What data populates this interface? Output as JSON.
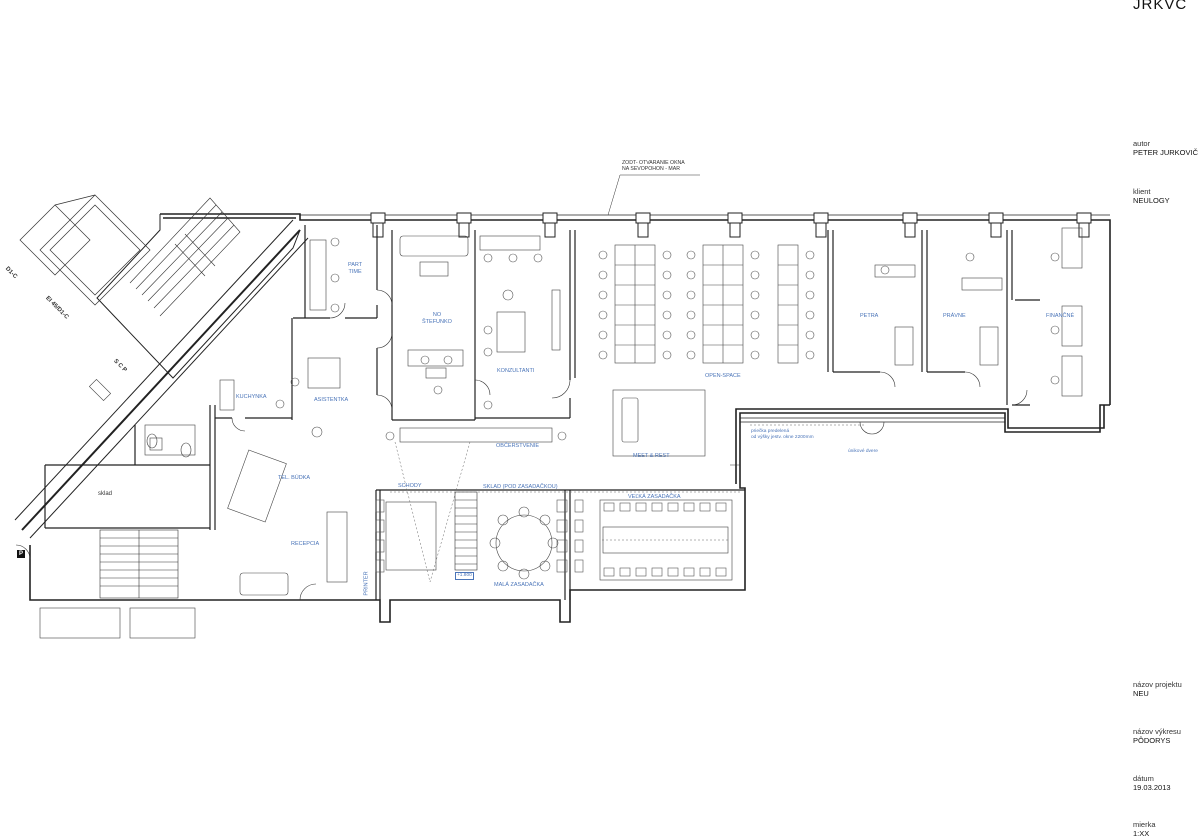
{
  "brand": "JRKVC",
  "titleblock": {
    "author_label": "autor",
    "author_value": "PETER JURKOVIČ",
    "client_label": "klient",
    "client_value": "NEULOGY",
    "project_label": "názov projektu",
    "project_value": "NEU",
    "drawing_label": "názov výkresu",
    "drawing_value": "PÔDORYS",
    "date_label": "dátum",
    "date_value": "19.03.2013",
    "scale_label": "mierka",
    "scale_value": "1:XX"
  },
  "rooms": {
    "part_time_1": "PART",
    "part_time_2": "TIME",
    "no_1": "NO",
    "no_2": "ŠTEFUNKO",
    "konzultanti": "KONZULTANTI",
    "petra": "PETRA",
    "pravne": "PRÁVNE",
    "financne": "FINANČNÉ",
    "open_space": "OPEN-SPACE",
    "kuchynka": "KUCHYNKA",
    "asistentka": "ASISTENTKA",
    "obcerstvenie": "OBČERSTVENIE",
    "meet_rest": "MEET & REST",
    "tel_budka": "TEL. BÚDKA",
    "recepcia": "RECEPCIA",
    "schody": "SCHODY",
    "sklad_pod": "SKLAD (POD ZASADAČKOU)",
    "velka": "VEĽKÁ ZASADAČKA",
    "mala": "MALÁ ZASADAČKA",
    "printer": "PRINTER",
    "sklad": "sklad"
  },
  "notes": {
    "window_1": "ZODT- OTVARANIE OKNA",
    "window_2": "NA SEVOPOHON - MAR",
    "partition_1": "priečka predelená",
    "partition_2": "od výšky jestv. okne 2200mm",
    "escape_door": "únikové dvere",
    "level": "+1.800",
    "stair_code": "EI 45/D1-C",
    "stair_code_short": "D1-C",
    "sc": "S C P",
    "p": "P"
  }
}
